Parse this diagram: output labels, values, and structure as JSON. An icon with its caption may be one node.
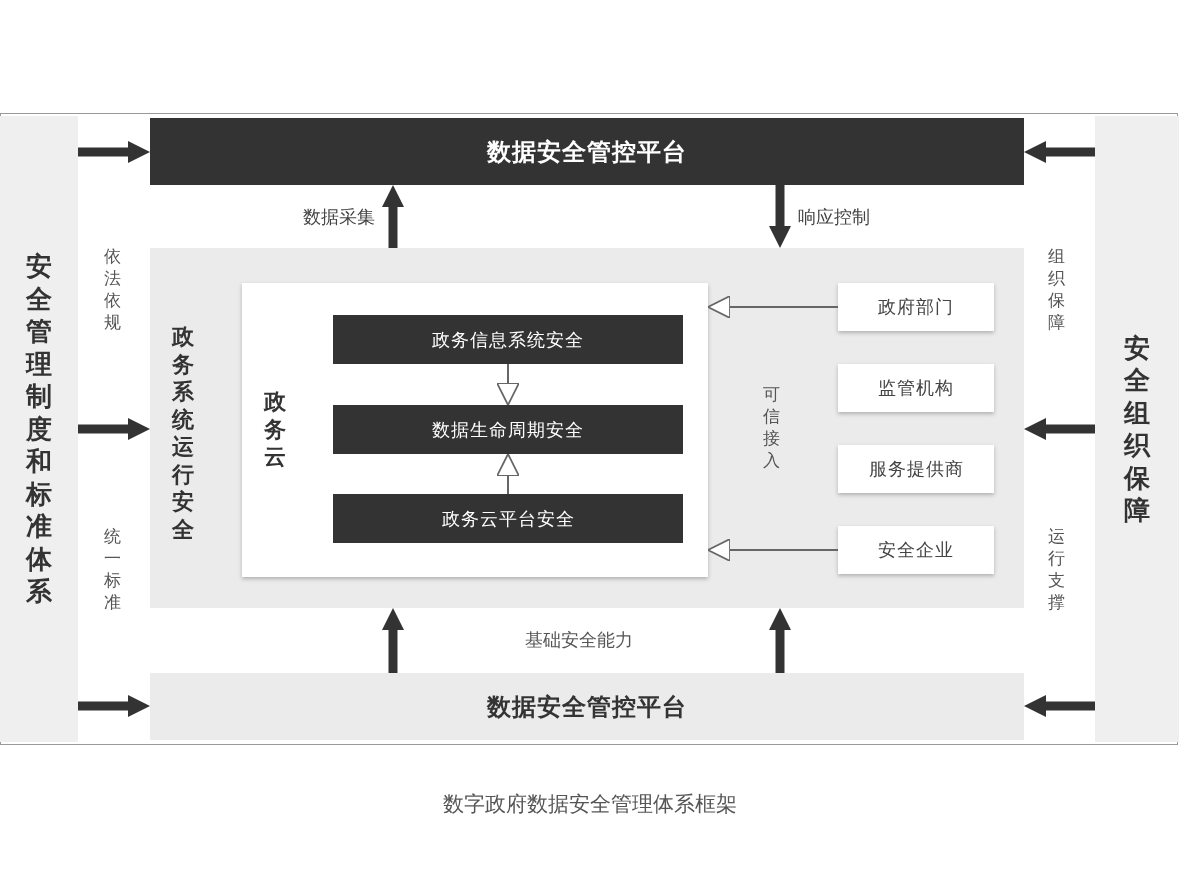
{
  "diagram": {
    "caption": "数字政府数据安全管理体系框架",
    "nodes": [
      {
        "text": [
          "安全管理制度和标准体系"
        ]
      },
      {
        "text": [
          "数据安全管控平台"
        ]
      },
      {
        "text": [
          "政务系统运行安全"
        ]
      },
      {
        "text": [
          "政务云"
        ],
        "in": 2
      },
      {
        "text": [
          "政务信息系统安全"
        ],
        "in": 3
      },
      {
        "text": [
          "数据生命周期安全"
        ],
        "in": 3
      },
      {
        "text": [
          "政务云平台安全"
        ],
        "in": 3
      },
      {
        "text": [
          "政府部门"
        ],
        "in": 2
      },
      {
        "text": [
          "监管机构"
        ],
        "in": 2
      },
      {
        "text": [
          "服务提供商"
        ],
        "in": 2
      },
      {
        "text": [
          "安全企业"
        ],
        "in": 2
      },
      {
        "text": [
          "数据安全管控平台"
        ]
      },
      {
        "text": [
          "安全组织保障"
        ]
      }
    ],
    "edges": [
      {
        "from": 0,
        "to": 1,
        "arrow": "to"
      },
      {
        "from": 12,
        "to": 1,
        "arrow": "to"
      },
      {
        "from": 2,
        "to": 1,
        "arrow": "to",
        "label": "数据采集"
      },
      {
        "from": 1,
        "to": 2,
        "arrow": "to",
        "label": "响应控制"
      },
      {
        "from": 4,
        "to": 5,
        "arrow": "to"
      },
      {
        "from": 6,
        "to": 5,
        "arrow": "to"
      },
      {
        "from": 7,
        "to": 3,
        "arrow": "to"
      },
      {
        "from": 10,
        "to": 3,
        "arrow": "to"
      },
      {
        "from": 0,
        "to": 2,
        "arrow": "to"
      },
      {
        "from": 12,
        "to": 2,
        "arrow": "to"
      },
      {
        "from": 11,
        "to": 2,
        "arrow": "to"
      },
      {
        "from": 11,
        "to": 2,
        "arrow": "to"
      },
      {
        "from": 0,
        "to": 11,
        "arrow": "to"
      },
      {
        "from": 12,
        "to": 11,
        "arrow": "to"
      }
    ],
    "labels": [
      "依法依规",
      "组织保障",
      "可信接入",
      "统一标准",
      "运行支撑",
      "基础安全能力"
    ]
  }
}
